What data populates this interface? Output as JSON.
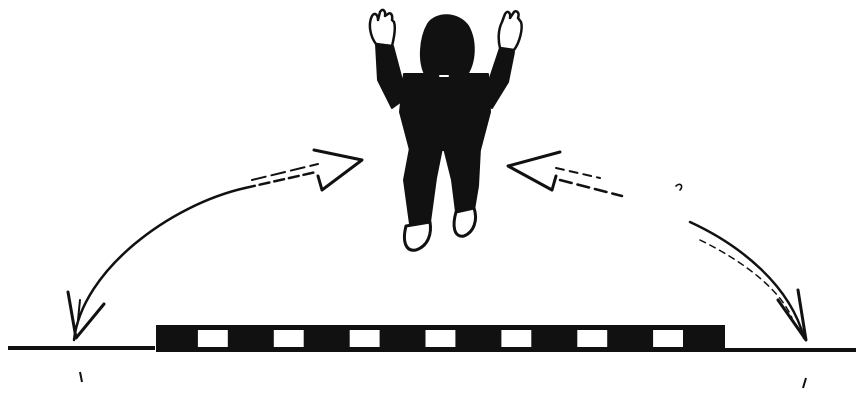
{
  "figure": {
    "subject": "jumping-figure",
    "ink_color": "#111111",
    "paper_color": "#ffffff",
    "board": {
      "segment_count": 15,
      "pattern": [
        "dark",
        "light",
        "dark",
        "light",
        "dark",
        "light",
        "dark",
        "light",
        "dark",
        "light",
        "dark",
        "light",
        "dark",
        "light",
        "dark"
      ]
    },
    "arrows": [
      {
        "name": "left-trajectory-arrow",
        "direction": "two-way"
      },
      {
        "name": "right-trajectory-arrow",
        "direction": "two-way"
      }
    ]
  }
}
